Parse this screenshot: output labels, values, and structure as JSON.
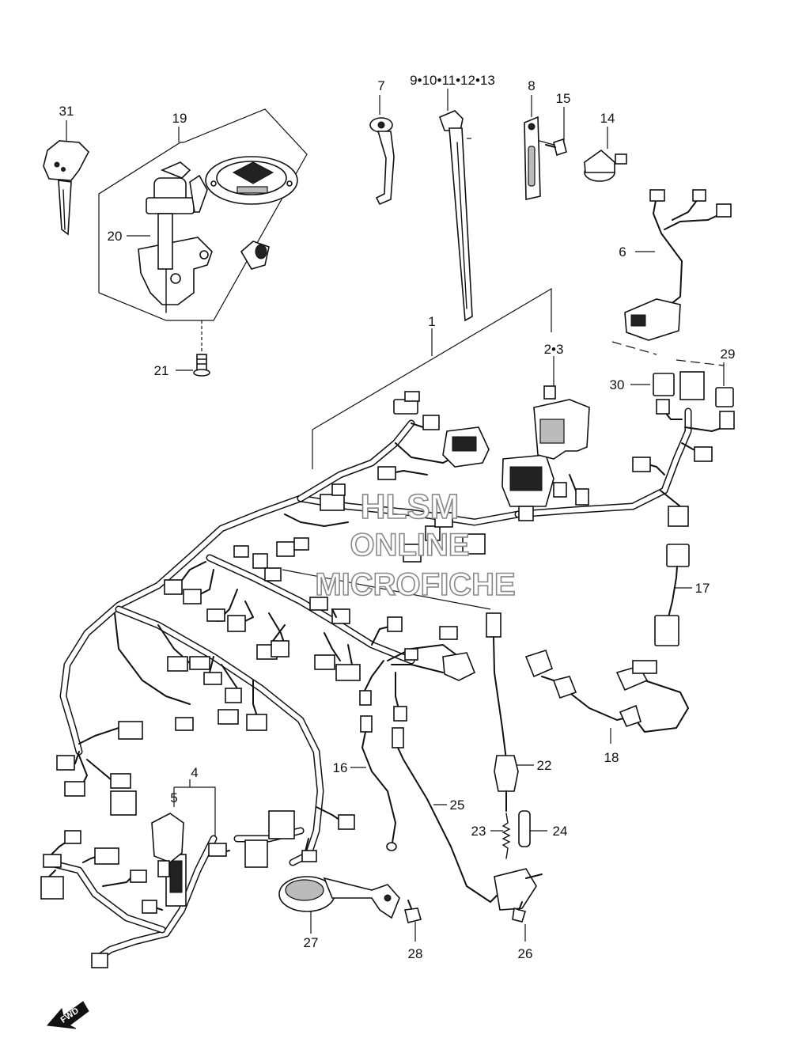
{
  "diagram": {
    "callouts": {
      "c1": "1",
      "c2_3": "2•3",
      "c4": "4",
      "c5": "5",
      "c6": "6",
      "c7": "7",
      "c8": "8",
      "c9_13": "9•10•11•12•13",
      "c14": "14",
      "c15": "15",
      "c16": "16",
      "c17": "17",
      "c18": "18",
      "c19": "19",
      "c20": "20",
      "c21": "21",
      "c22": "22",
      "c23": "23",
      "c24": "24",
      "c25": "25",
      "c26": "26",
      "c27": "27",
      "c28": "28",
      "c29": "29",
      "c30": "30",
      "c31": "31"
    },
    "watermark": {
      "line1": "HLSM",
      "line2": "ONLINE",
      "line3": "MICROFICHE"
    },
    "fwd_label": "FWD"
  }
}
